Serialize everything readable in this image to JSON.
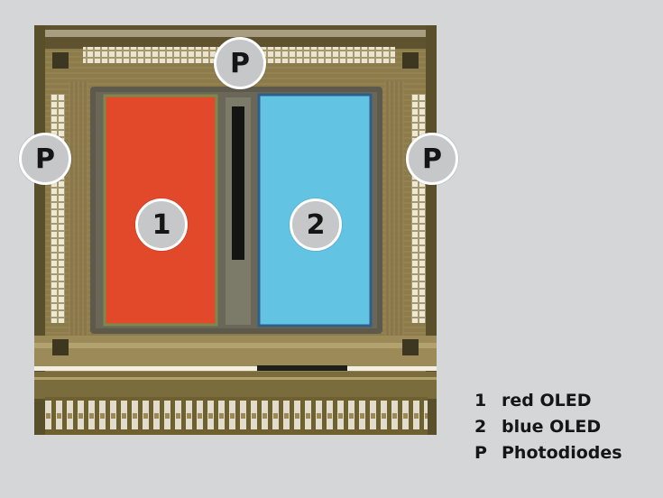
{
  "labels": {
    "photodiode_marker": "P",
    "red_oled_marker": "1",
    "blue_oled_marker": "2"
  },
  "legend": [
    {
      "key": "1",
      "text": "red OLED"
    },
    {
      "key": "2",
      "text": "blue OLED"
    },
    {
      "key": "P",
      "text": "Photodiodes"
    }
  ],
  "colors": {
    "background": "#d5d6d8",
    "red_oled": "#e2492b",
    "blue_oled": "#63c3e3",
    "die_metal": "#8c7b4a",
    "badge_fill": "#c6c7c9",
    "badge_border": "#ffffff"
  }
}
